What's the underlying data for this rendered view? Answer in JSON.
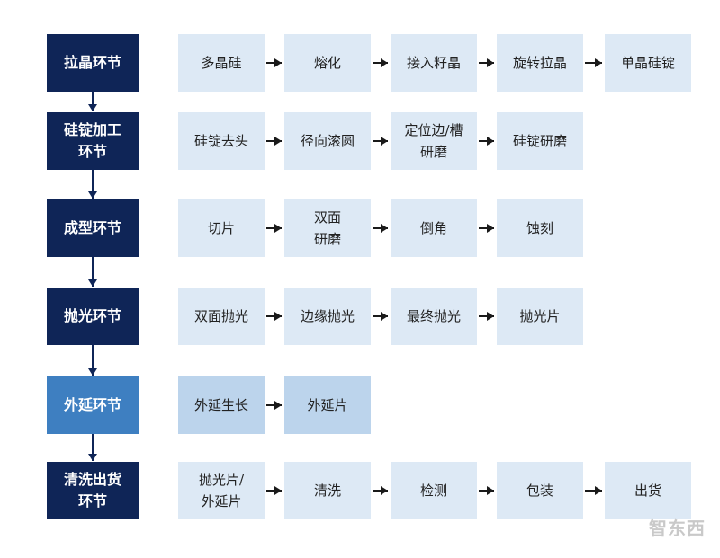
{
  "colors": {
    "stage": "#0f2557",
    "stage_highlight": "#3e7fc1",
    "step": "#dde9f5",
    "step_highlight": "#bcd4ec",
    "arrow": "#1a1a1a",
    "connector": "#0f2557"
  },
  "watermark": "智东西",
  "rows": [
    {
      "stage": "拉晶环节",
      "highlight": false,
      "steps": [
        "多晶硅",
        "熔化",
        "接入籽晶",
        "旋转拉晶",
        "单晶硅锭"
      ]
    },
    {
      "stage": "硅锭加工\n环节",
      "highlight": false,
      "steps": [
        "硅锭去头",
        "径向滚圆",
        "定位边/槽\n研磨",
        "硅锭研磨"
      ]
    },
    {
      "stage": "成型环节",
      "highlight": false,
      "steps": [
        "切片",
        "双面\n研磨",
        "倒角",
        "蚀刻"
      ]
    },
    {
      "stage": "抛光环节",
      "highlight": false,
      "steps": [
        "双面抛光",
        "边缘抛光",
        "最终抛光",
        "抛光片"
      ]
    },
    {
      "stage": "外延环节",
      "highlight": true,
      "steps": [
        "外延生长",
        "外延片"
      ]
    },
    {
      "stage": "清洗出货\n环节",
      "highlight": false,
      "steps": [
        "抛光片/\n外延片",
        "清洗",
        "检测",
        "包装",
        "出货"
      ]
    }
  ]
}
